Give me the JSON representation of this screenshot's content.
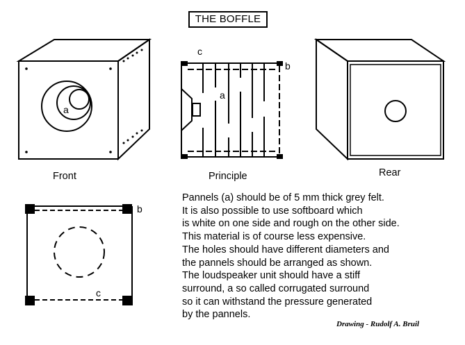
{
  "title": "THE BOFFLE",
  "views": {
    "front": {
      "caption": "Front",
      "label_a": "a"
    },
    "principle": {
      "caption": "Principle",
      "label_a": "a",
      "label_b": "b",
      "label_c": "c"
    },
    "rear": {
      "caption": "Rear"
    },
    "top_section": {
      "label_b": "b",
      "label_c": "c"
    }
  },
  "description_lines": [
    "Pannels (a) should be of 5 mm thick grey felt.",
    "It is also possible to use softboard which",
    "is white on one side and rough on the other side.",
    "This material is of course less expensive.",
    "The holes should have different diameters and",
    "the pannels should be arranged as shown.",
    "The loudspeaker unit should have a stiff",
    "surround, a so called corrugated surround",
    "so it can withstand the pressure generated",
    "by the pannels."
  ],
  "credit": "Drawing - Rudolf A. Bruil"
}
